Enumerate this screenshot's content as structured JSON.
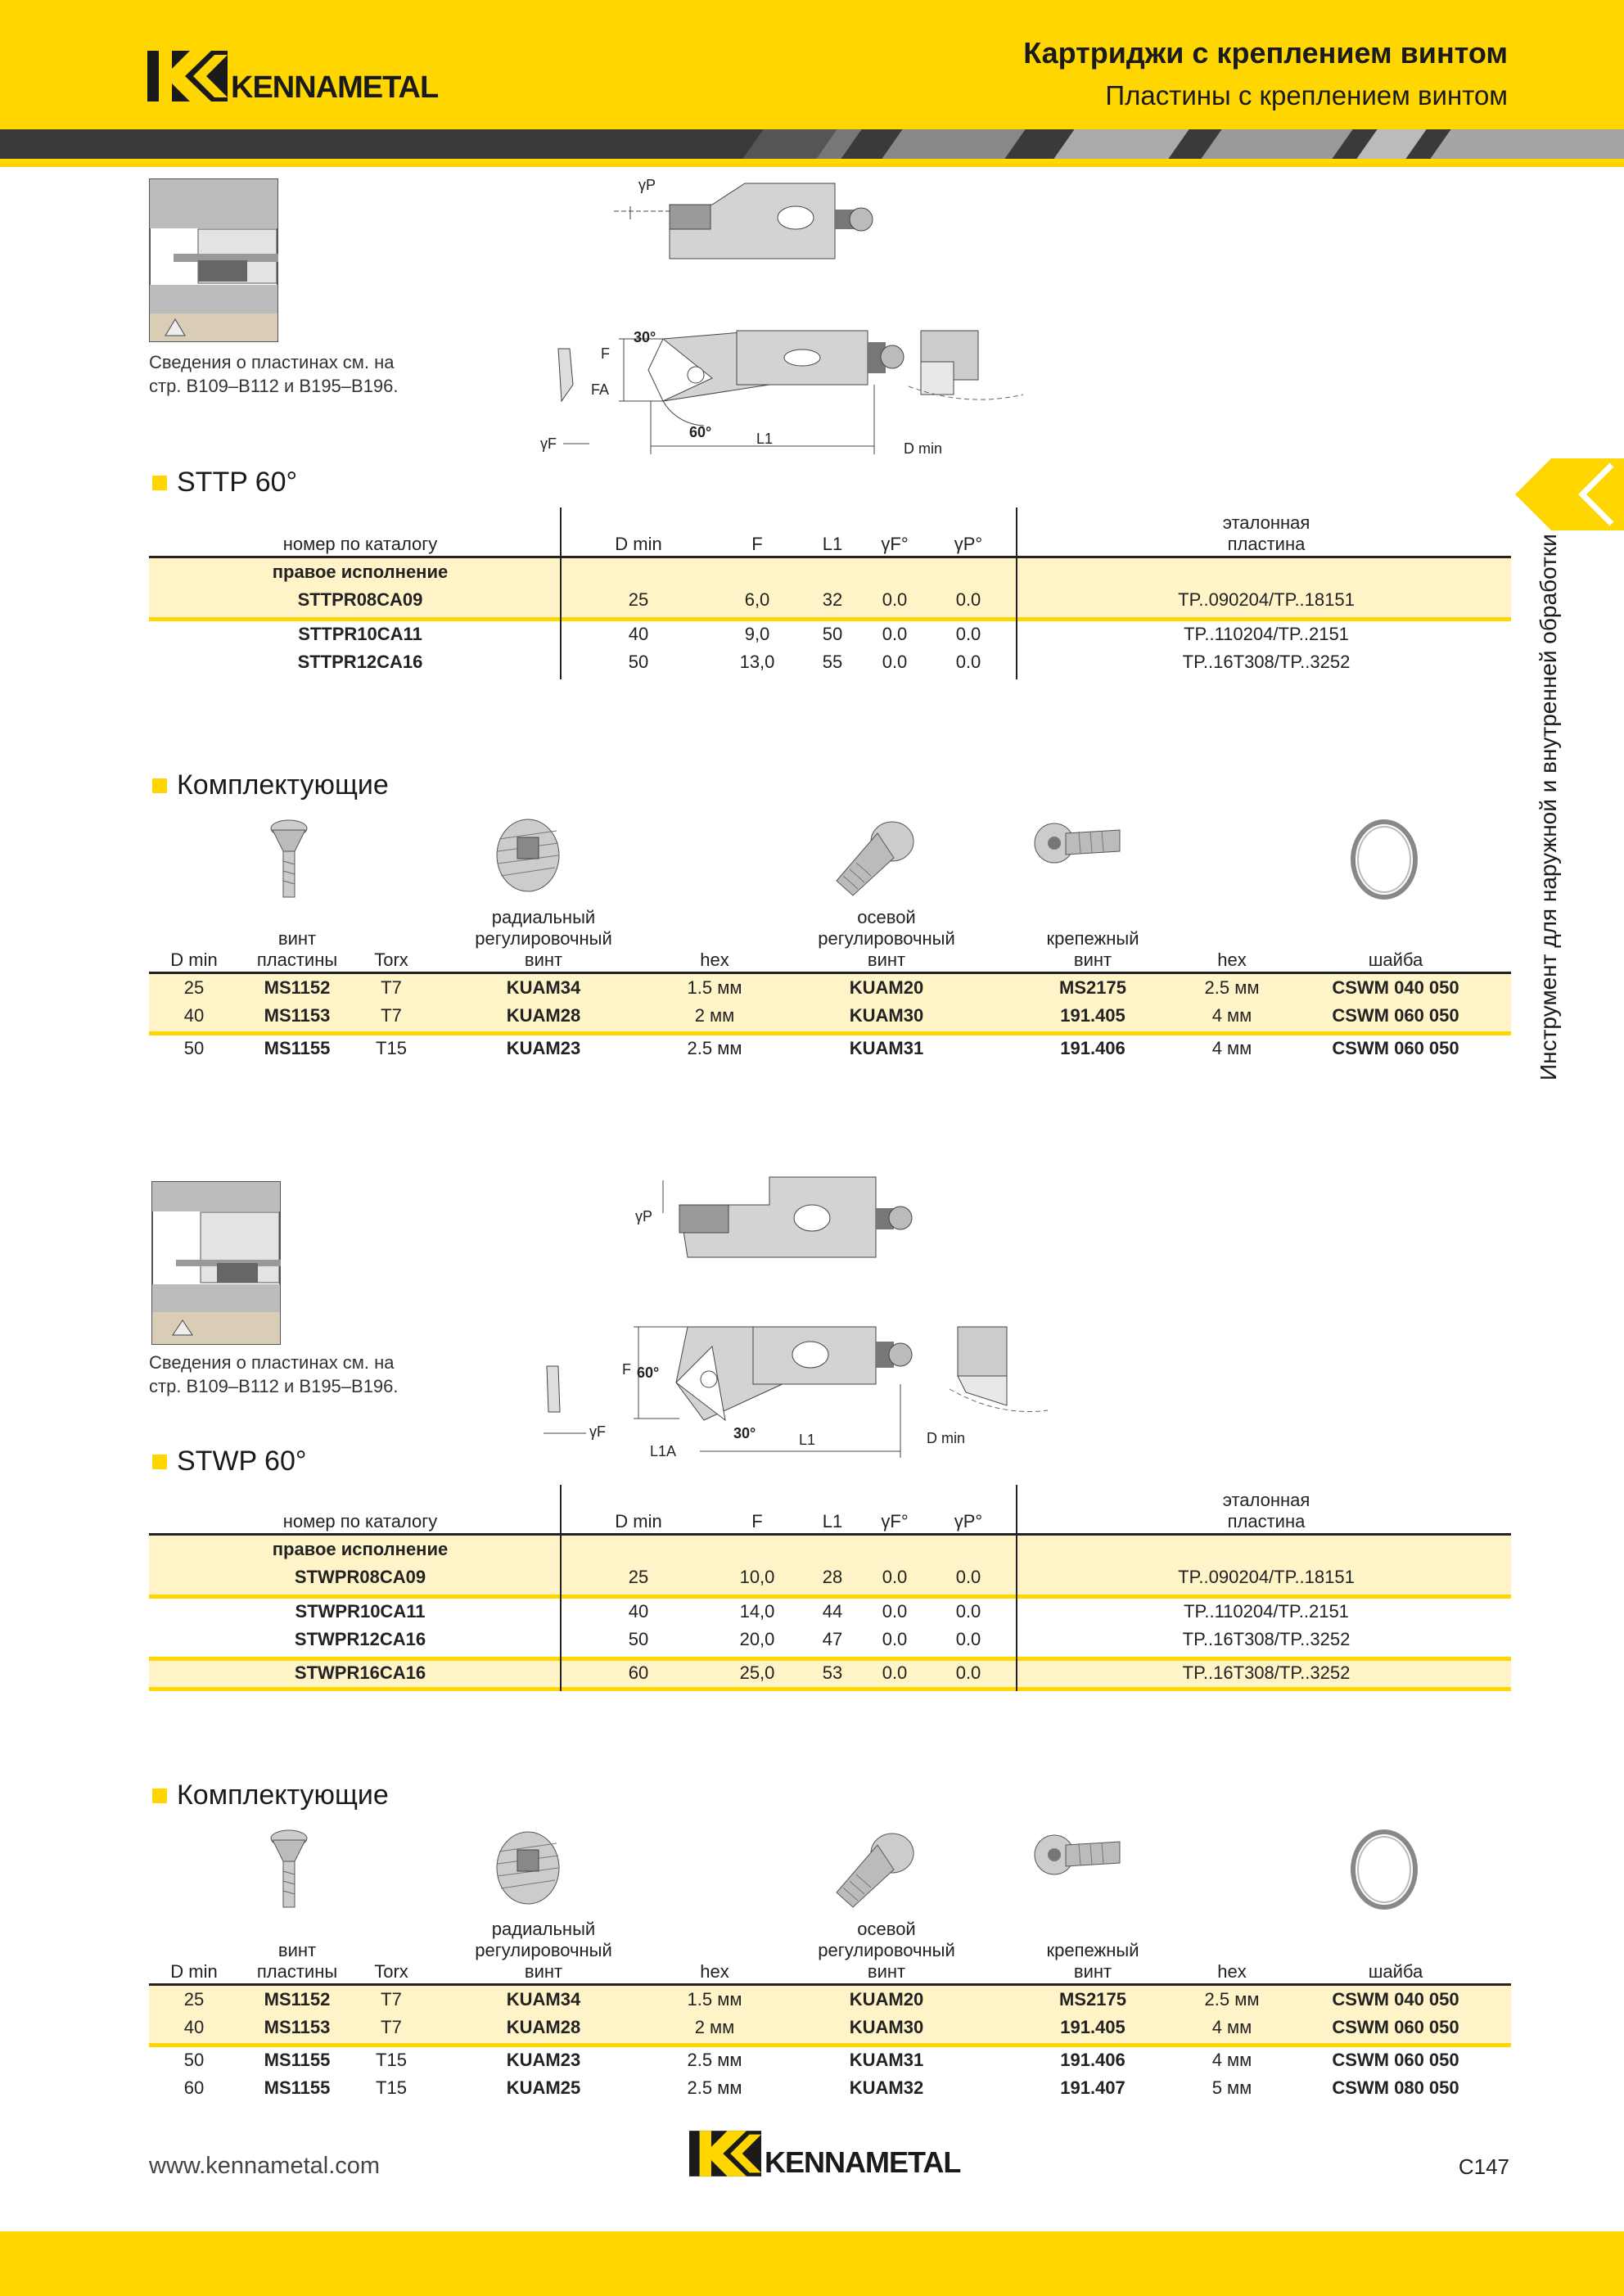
{
  "header": {
    "brand": "KENNAMETAL",
    "title": "Картриджи с креплением винтом",
    "subtitle": "Пластины с креплением винтом"
  },
  "side": {
    "text": "Инструмент для наружной и внутренней обработки"
  },
  "note": "Сведения о пластинах см. на стр. B109–B112 и B195–B196.",
  "stpp": {
    "title": "STTP 60°",
    "drawing_labels": {
      "yP": "γP",
      "f": "F",
      "fa": "FA",
      "yf": "γF",
      "l1": "L1",
      "a30": "30°",
      "a60": "60°",
      "dmin": "D min"
    },
    "headers": {
      "cat": "номер по каталогу",
      "dmin": "D min",
      "f": "F",
      "l1": "L1",
      "yf": "γF°",
      "yp": "γP°",
      "ins1": "эталонная",
      "ins2": "пластина"
    },
    "group": "правое исполнение",
    "rows": [
      {
        "cat": "STTPR08CA09",
        "dmin": "25",
        "f": "6,0",
        "l1": "32",
        "yf": "0.0",
        "yp": "0.0",
        "ins": "TP..090204/TP..18151"
      },
      {
        "cat": "STTPR10CA11",
        "dmin": "40",
        "f": "9,0",
        "l1": "50",
        "yf": "0.0",
        "yp": "0.0",
        "ins": "TP..110204/TP..2151"
      },
      {
        "cat": "STTPR12CA16",
        "dmin": "50",
        "f": "13,0",
        "l1": "55",
        "yf": "0.0",
        "yp": "0.0",
        "ins": "TP..16T308/TP..3252"
      }
    ]
  },
  "acc1": {
    "title": "Комплектующие",
    "headers": {
      "dmin": "D min",
      "screw1": "винт",
      "screw2": "пластины",
      "torx": "Torx",
      "rad1": "радиальный",
      "rad2": "регулировочный",
      "rad3": "винт",
      "hex": "hex",
      "ax1": "осевой",
      "ax2": "регулировочный",
      "ax3": "винт",
      "cl1": "крепежный",
      "cl2": "винт",
      "hex2": "hex",
      "washer": "шайба"
    },
    "rows": [
      {
        "dmin": "25",
        "screw": "MS1152",
        "torx": "T7",
        "rad": "KUAM34",
        "hex": "1.5 мм",
        "ax": "KUAM20",
        "cl": "MS2175",
        "hex2": "2.5 мм",
        "washer": "CSWM 040 050"
      },
      {
        "dmin": "40",
        "screw": "MS1153",
        "torx": "T7",
        "rad": "KUAM28",
        "hex": "2 мм",
        "ax": "KUAM30",
        "cl": "191.405",
        "hex2": "4 мм",
        "washer": "CSWM 060 050"
      },
      {
        "dmin": "50",
        "screw": "MS1155",
        "torx": "T15",
        "rad": "KUAM23",
        "hex": "2.5 мм",
        "ax": "KUAM31",
        "cl": "191.406",
        "hex2": "4 мм",
        "washer": "CSWM 060 050"
      }
    ]
  },
  "stwp": {
    "title": "STWP 60°",
    "drawing_labels": {
      "yP": "γP",
      "f": "F",
      "l1a": "L1A",
      "yf": "γF",
      "l1": "L1",
      "a30": "30°",
      "a60": "60°",
      "dmin": "D min"
    },
    "headers": {
      "cat": "номер по каталогу",
      "dmin": "D min",
      "f": "F",
      "l1": "L1",
      "yf": "γF°",
      "yp": "γP°",
      "ins1": "эталонная",
      "ins2": "пластина"
    },
    "group": "правое исполнение",
    "rows": [
      {
        "cat": "STWPR08CA09",
        "dmin": "25",
        "f": "10,0",
        "l1": "28",
        "yf": "0.0",
        "yp": "0.0",
        "ins": "TP..090204/TP..18151"
      },
      {
        "cat": "STWPR10CA11",
        "dmin": "40",
        "f": "14,0",
        "l1": "44",
        "yf": "0.0",
        "yp": "0.0",
        "ins": "TP..110204/TP..2151"
      },
      {
        "cat": "STWPR12CA16",
        "dmin": "50",
        "f": "20,0",
        "l1": "47",
        "yf": "0.0",
        "yp": "0.0",
        "ins": "TP..16T308/TP..3252"
      },
      {
        "cat": "STWPR16CA16",
        "dmin": "60",
        "f": "25,0",
        "l1": "53",
        "yf": "0.0",
        "yp": "0.0",
        "ins": "TP..16T308/TP..3252"
      }
    ]
  },
  "acc2": {
    "title": "Комплектующие",
    "headers": {
      "dmin": "D min",
      "screw1": "винт",
      "screw2": "пластины",
      "torx": "Torx",
      "rad1": "радиальный",
      "rad2": "регулировочный",
      "rad3": "винт",
      "hex": "hex",
      "ax1": "осевой",
      "ax2": "регулировочный",
      "ax3": "винт",
      "cl1": "крепежный",
      "cl2": "винт",
      "hex2": "hex",
      "washer": "шайба"
    },
    "rows": [
      {
        "dmin": "25",
        "screw": "MS1152",
        "torx": "T7",
        "rad": "KUAM34",
        "hex": "1.5 мм",
        "ax": "KUAM20",
        "cl": "MS2175",
        "hex2": "2.5 мм",
        "washer": "CSWM 040 050"
      },
      {
        "dmin": "40",
        "screw": "MS1153",
        "torx": "T7",
        "rad": "KUAM28",
        "hex": "2 мм",
        "ax": "KUAM30",
        "cl": "191.405",
        "hex2": "4 мм",
        "washer": "CSWM 060 050"
      },
      {
        "dmin": "50",
        "screw": "MS1155",
        "torx": "T15",
        "rad": "KUAM23",
        "hex": "2.5 мм",
        "ax": "KUAM31",
        "cl": "191.406",
        "hex2": "4 мм",
        "washer": "CSWM 060 050"
      },
      {
        "dmin": "60",
        "screw": "MS1155",
        "torx": "T15",
        "rad": "KUAM25",
        "hex": "2.5 мм",
        "ax": "KUAM32",
        "cl": "191.407",
        "hex2": "5 мм",
        "washer": "CSWM 080 050"
      }
    ]
  },
  "footer": {
    "url": "www.kennametal.com",
    "brand": "KENNAMETAL",
    "page": "C147"
  },
  "colors": {
    "yellow": "#FFD600",
    "highlight": "#FFF3C8",
    "band_dark": "#3a3a3a"
  }
}
